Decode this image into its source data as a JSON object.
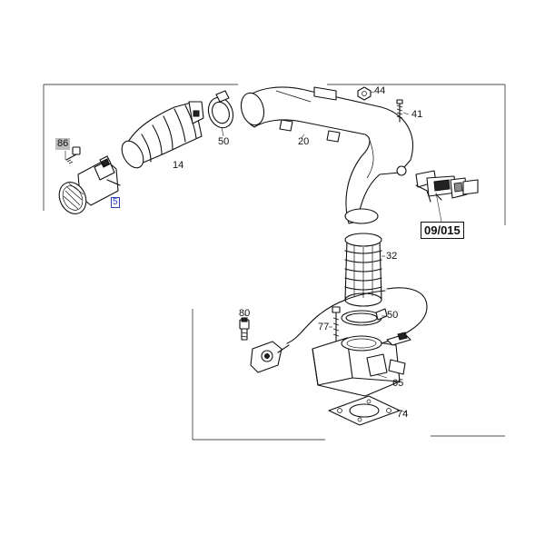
{
  "callouts": {
    "c86": "86",
    "c5": "5",
    "c14": "14",
    "c50a": "50",
    "c20": "20",
    "c44": "44",
    "c41": "41",
    "cref": "09/015",
    "c32": "32",
    "c80": "80",
    "c50b": "50",
    "c77": "77",
    "c65": "65",
    "c74": "74"
  }
}
